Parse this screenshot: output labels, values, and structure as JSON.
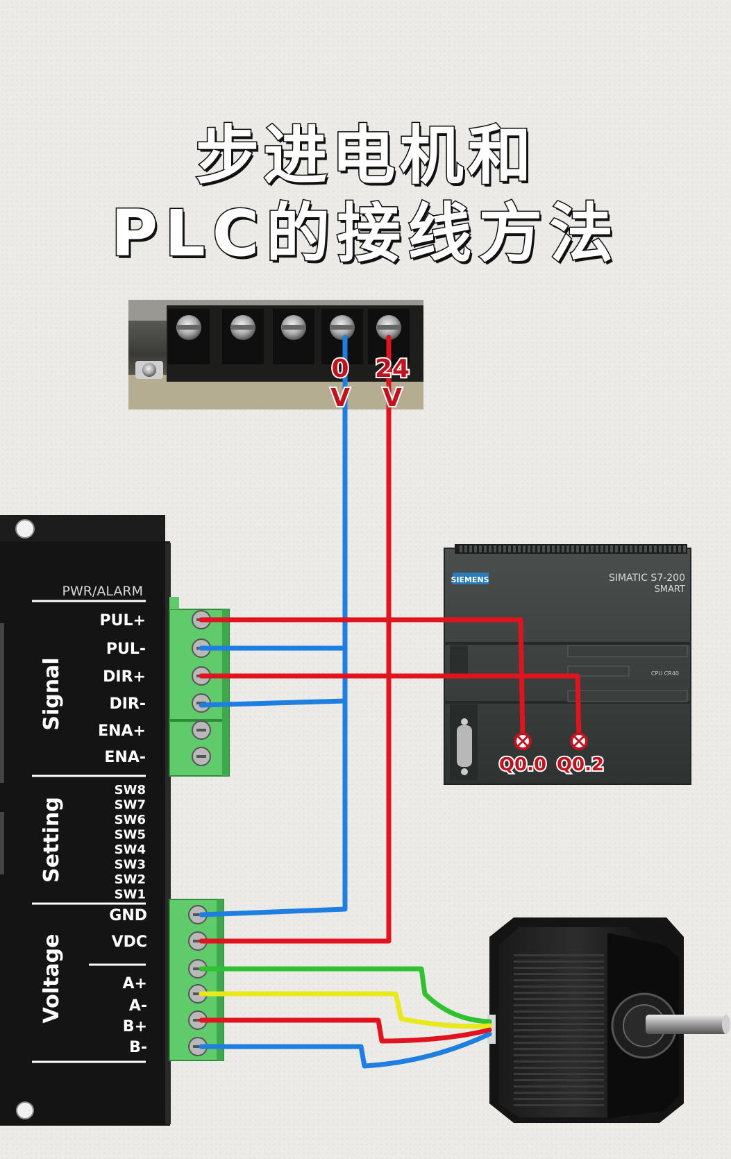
{
  "title": {
    "line1": "步进电机和",
    "line2": "PLC的接线方法"
  },
  "power_supply": {
    "terminal_0v": "0\nV",
    "terminal_24v": "24\nV",
    "terminal_0v_num": "0",
    "terminal_0v_unit": "V",
    "terminal_24v_num": "24",
    "terminal_24v_unit": "V"
  },
  "driver": {
    "pwr_alarm": "PWR/ALARM",
    "section_signal": "Signal",
    "section_setting": "Setting",
    "section_voltage": "Voltage",
    "signal_pins": [
      "PUL+",
      "PUL-",
      "DIR+",
      "DIR-",
      "ENA+",
      "ENA-"
    ],
    "setting_pins": [
      "SW8",
      "SW7",
      "SW6",
      "SW5",
      "SW4",
      "SW3",
      "SW2",
      "SW1"
    ],
    "power_pins": [
      "GND",
      "VDC"
    ],
    "motor_pins": [
      "A+",
      "A-",
      "B+",
      "B-"
    ]
  },
  "plc": {
    "brand": "SIEMENS",
    "model_line1": "SIMATIC S7-200",
    "model_line2": "SMART",
    "cpu": "CPU CR40",
    "output_q00": "Q0.0",
    "output_q02": "Q0.2"
  },
  "colors": {
    "red_wire": "#e0141e",
    "blue_wire": "#1f7fe0",
    "green_wire": "#2fc12f",
    "yellow_wire": "#e8e81a",
    "label_red": "#c1121f"
  }
}
